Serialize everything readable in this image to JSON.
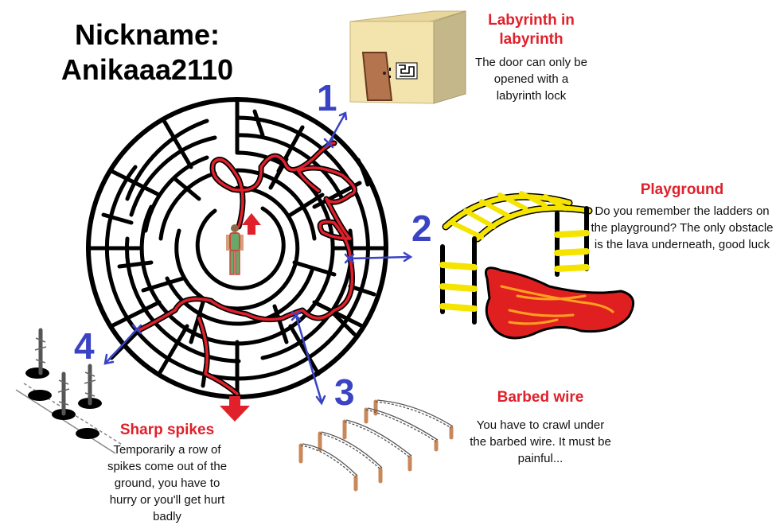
{
  "nickname": {
    "label": "Nickname:",
    "value": "Anikaaa2110"
  },
  "stations": [
    {
      "number": "1",
      "title": "Labyrinth in labyrinth",
      "description": "The door can only be opened with a labyrinth lock"
    },
    {
      "number": "2",
      "title": "Playground",
      "description": "Do you remember the ladders on the playground? The only obstacle is the lava underneath, good luck"
    },
    {
      "number": "3",
      "title": "Barbed wire",
      "description": "You have to crawl under the barbed wire. It must be painful..."
    },
    {
      "number": "4",
      "title": "Sharp spikes",
      "description": "Temporarily a row of spikes come out of the ground, you have to hurry or you'll get hurt badly"
    }
  ],
  "colors": {
    "path": "#e0202a",
    "arrows": "#3a43c4",
    "titles": "#e0202a",
    "ladder": "#f5e400",
    "lava": "#e02020",
    "box": "#f3e3ac"
  },
  "icons": [
    "maze",
    "player-character",
    "box-with-door",
    "playground-ladder",
    "lava-pool",
    "barbed-wire",
    "spikes",
    "start-arrow",
    "exit-arrow"
  ]
}
